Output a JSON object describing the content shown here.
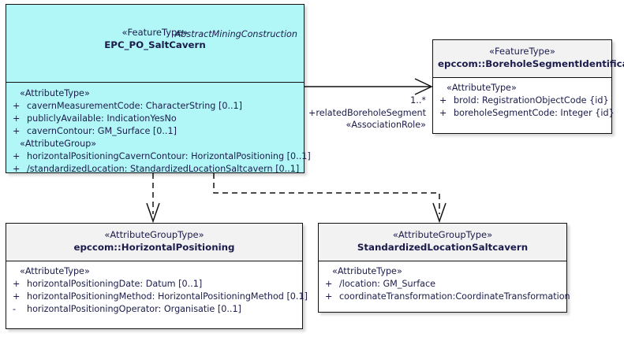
{
  "diagram": {
    "type": "uml-class-diagram",
    "background": "#ffffff",
    "text_color": "#1b1b4b",
    "highlight_fill": "#b2f7f7",
    "neutral_fill": "#f2f2f2",
    "border_color": "#111111"
  },
  "classes": {
    "salt_cavern": {
      "qualifier": "AbstractMiningConstruction",
      "stereotype": "«FeatureType»",
      "name": "EPC_PO_SaltCavern",
      "groups": [
        {
          "stereotype": "«AttributeType»",
          "attributes": [
            {
              "visibility": "+",
              "text": "cavernMeasurementCode: CharacterString [0..1]"
            },
            {
              "visibility": "+",
              "text": "publiclyAvailable: IndicationYesNo"
            },
            {
              "visibility": "+",
              "text": "cavernContour: GM_Surface [0..1]"
            }
          ]
        },
        {
          "stereotype": "«AttributeGroup»",
          "attributes": [
            {
              "visibility": "+",
              "text": "horizontalPositioningCavernContour: HorizontalPositioning [0..1]"
            },
            {
              "visibility": "+",
              "text": "/standardizedLocation: StandardizedLocationSaltcavern [0..1]"
            }
          ]
        }
      ]
    },
    "borehole_segment_identification": {
      "stereotype": "«FeatureType»",
      "name": "epccom::BoreholeSegmentIdentification",
      "groups": [
        {
          "stereotype": "«AttributeType»",
          "attributes": [
            {
              "visibility": "+",
              "text": "broId: RegistrationObjectCode {id}"
            },
            {
              "visibility": "+",
              "text": "boreholeSegmentCode: Integer {id}"
            }
          ]
        }
      ]
    },
    "horizontal_positioning": {
      "stereotype": "«AttributeGroupType»",
      "name": "epccom::HorizontalPositioning",
      "groups": [
        {
          "stereotype": "«AttributeType»",
          "attributes": [
            {
              "visibility": "+",
              "text": "horizontalPositioningDate: Datum [0..1]"
            },
            {
              "visibility": "+",
              "text": "horizontalPositioningMethod: HorizontalPositioningMethod [0.1]"
            },
            {
              "visibility": "-",
              "text": "horizontalPositioningOperator: Organisatie [0..1]"
            }
          ]
        }
      ]
    },
    "standardized_location_saltcavern": {
      "stereotype": "«AttributeGroupType»",
      "name": "StandardizedLocationSaltcavern",
      "groups": [
        {
          "stereotype": "«AttributeType»",
          "attributes": [
            {
              "visibility": "+",
              "text": "/location: GM_Surface"
            },
            {
              "visibility": "+",
              "text": "coordinateTransformation:CoordinateTransformation"
            }
          ]
        }
      ]
    }
  },
  "relationships": {
    "association_borehole": {
      "kind": "association",
      "source": "EPC_PO_SaltCavern",
      "target": "epccom::BoreholeSegmentIdentification",
      "multiplicity": "1..*",
      "role": "+relatedBoreholeSegment",
      "stereotype": "«AssociationRole»"
    },
    "dependency_horizontal": {
      "kind": "dependency",
      "source": "EPC_PO_SaltCavern",
      "target": "epccom::HorizontalPositioning"
    },
    "dependency_standardized": {
      "kind": "dependency",
      "source": "EPC_PO_SaltCavern",
      "target": "StandardizedLocationSaltcavern"
    }
  }
}
